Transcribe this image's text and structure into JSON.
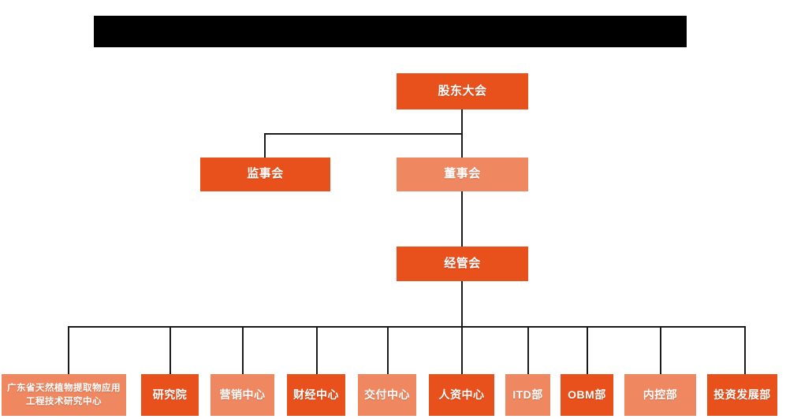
{
  "diagram": {
    "title_bar": {
      "label": "",
      "redacted": true,
      "color": "#000000"
    },
    "type": "org-chart",
    "colors": {
      "accent_dark": "#E8501C",
      "accent_light": "#EF8760",
      "connector": "#1a1a1a",
      "background": "#ffffff",
      "node_text": "#ffffff"
    },
    "nodes": {
      "shareholders_meeting": {
        "label": "股东大会",
        "tone": "dark"
      },
      "supervisory_board": {
        "label": "监事会",
        "tone": "dark"
      },
      "board_of_directors": {
        "label": "董事会",
        "tone": "light"
      },
      "management_committee": {
        "label": "经管会",
        "tone": "dark"
      }
    },
    "departments": [
      {
        "label": "广东省天然植物提取物应用工程技术研究中心",
        "tone": "light"
      },
      {
        "label": "研究院",
        "tone": "dark"
      },
      {
        "label": "营销中心",
        "tone": "light"
      },
      {
        "label": "财经中心",
        "tone": "dark"
      },
      {
        "label": "交付中心",
        "tone": "light"
      },
      {
        "label": "人资中心",
        "tone": "dark"
      },
      {
        "label": "ITD部",
        "tone": "light"
      },
      {
        "label": "OBM部",
        "tone": "dark"
      },
      {
        "label": "内控部",
        "tone": "light"
      },
      {
        "label": "投资发展部",
        "tone": "dark"
      }
    ]
  }
}
